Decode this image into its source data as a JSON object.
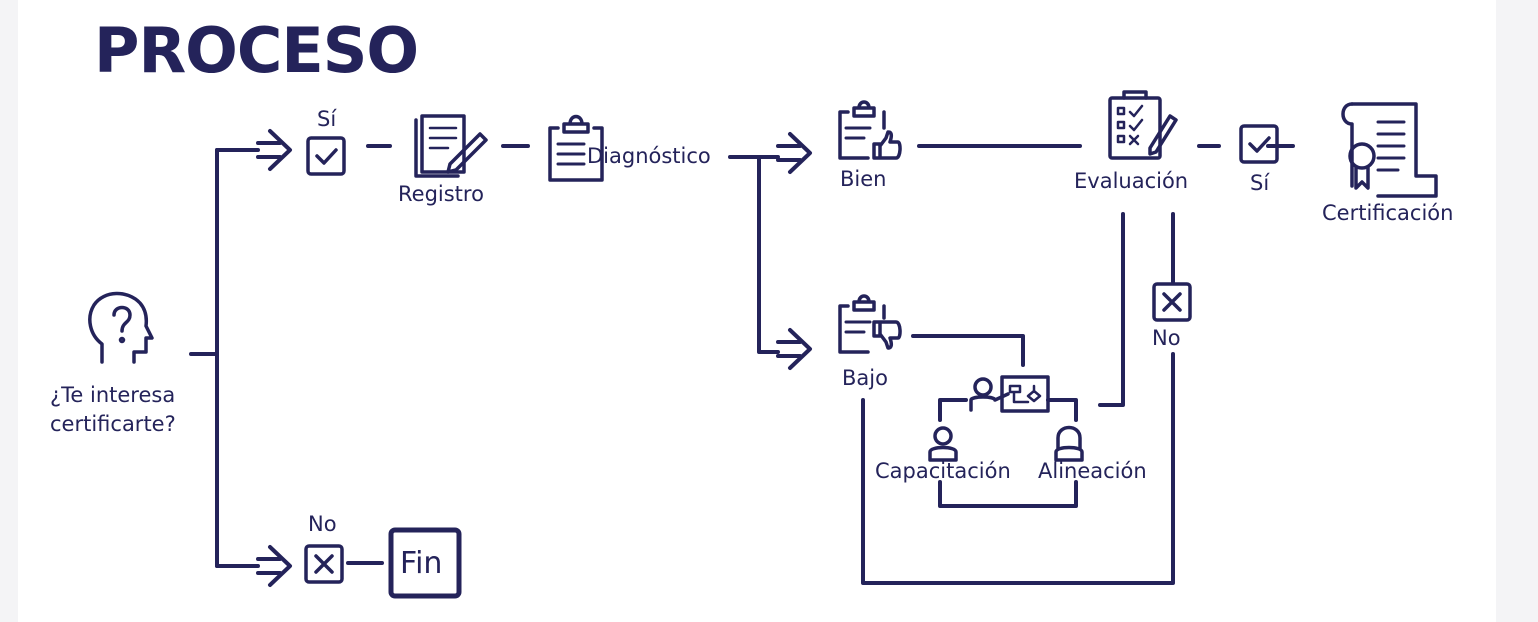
{
  "title": "PROCESO",
  "colors": {
    "ink": "#24235a",
    "background": "#ffffff",
    "page": "#f4f4f6"
  },
  "nodes": {
    "question_line1": "¿Te interesa",
    "question_line2": "certificarte?",
    "yes_top": "Sí",
    "registro": "Registro",
    "diagnostico": "Diagnóstico",
    "bien": "Bien",
    "bajo": "Bajo",
    "evaluacion": "Evaluación",
    "yes_eval": "Sí",
    "certificacion": "Certificación",
    "no_eval": "No",
    "capacitacion": "Capacitación",
    "alineacion": "Alineación",
    "no_bottom": "No",
    "fin": "Fin"
  },
  "icons": {
    "question": "head-question-icon",
    "check": "checkbox-check-icon",
    "registro": "document-pen-icon",
    "diagnostico": "clipboard-icon",
    "bien": "clipboard-thumbs-up-icon",
    "bajo": "clipboard-thumbs-down-icon",
    "evaluacion": "checklist-pen-icon",
    "certificacion": "certificate-scroll-icon",
    "no": "checkbox-x-icon",
    "training": "presenter-board-icon",
    "person": "person-icon",
    "fin": "fin-box-icon"
  }
}
